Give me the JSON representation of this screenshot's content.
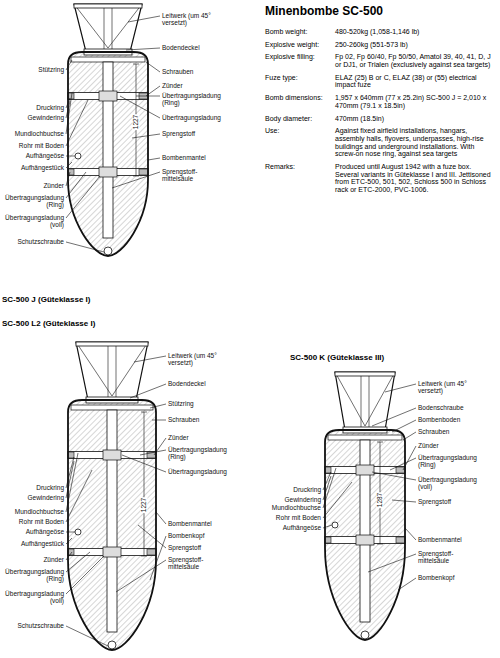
{
  "diagram": {
    "title": "Minenbombe SC-500",
    "labels": [
      "Leitwerk (um 45° versetzt)",
      "Bodendeckel",
      "Stützring",
      "Schrauben",
      "Druckring",
      "Gewindering",
      "Zünder",
      "Übertragungsladung (Ring)",
      "Übertragungsladung",
      "Mundlochbuchse",
      "Sprengstoff",
      "Rohr mit Boden",
      "Aufhängeöse",
      "Aufhängestück",
      "1227",
      "Zünder",
      "Bombenmantel",
      "Übertragungsladung (Ring)",
      "Sprengstoff-mittelsäule",
      "Übertragungsladung (voll)",
      "Schutzschraube",
      "Bomb weight:",
      "480-520kg (1,058-1,146 lb)",
      "Explosive weight:",
      "250-260kg (551-573 lb)",
      "Explosive filling:",
      "Fp 02, Fp 60/40, Fp 50/50, Amatol 39, 40, 41, D, J or DJ1, or Trialen (exclusively against sea targets)",
      "Fuze type:",
      "ELAZ (25) B or C, ELAZ (38) or (55) electrical impact fuze",
      "Bomb dimensions:",
      "1,957 x 640mm (77 x 25.2in) SC-500 J = 2,010 x 470mm (79.1 x 18.5in)",
      "Body diameter:",
      "470mm (18.5in)",
      "Use:",
      "Against fixed airfield installations, hangars, assembly halls, flyovers, underpasses, high-rise buildings and underground installations. With screw-on nose ring, against sea targets",
      "Remarks:",
      "Produced until August 1942 with a fuze box. Several variants in Güteklasse I and III. Jettisoned from ETC-500, 501, 502, Schloss 500 in Schloss rack or ETC-2000, PVC-1006.",
      "SC-500 J (Güteklasse I)",
      "SC-500 L2 (Güteklasse I)",
      "Leitwerk (um 45° versetzt)",
      "Bodendeckel",
      "Stützring",
      "Schrauben",
      "Druckring",
      "Gewindering",
      "Zünder",
      "Übertragungsladung (Ring)",
      "Übertragungsladung",
      "Mundlochbuchse",
      "Rohr mit Boden",
      "Aufhängeöse",
      "Aufhängestück",
      "1227",
      "Bombenmantel",
      "Zünder",
      "Übertragungsladung (Ring)",
      "Bombenkopf",
      "Übertragungsladung (voll)",
      "Sprengstoff",
      "Sprengstoff-mittelsäule",
      "Schutzschraube",
      "SC-500 K (Güteklasse III)",
      "Leitwerk (um 45° versetzt)",
      "Bodenschraube",
      "Bombenboden",
      "Schrauben",
      "Druckring",
      "Gewindering",
      "Zünder",
      "Übertragungsladung (Ring)",
      "Übertragungsladung (voll)",
      "Mundlochbuchse",
      "Sprengstoff",
      "Rohr mit Boden",
      "Aufhängeöse",
      "1287",
      "Bombenmantel",
      "Sprengstoff-mittelsäule",
      "Bombenkopf"
    ]
  }
}
